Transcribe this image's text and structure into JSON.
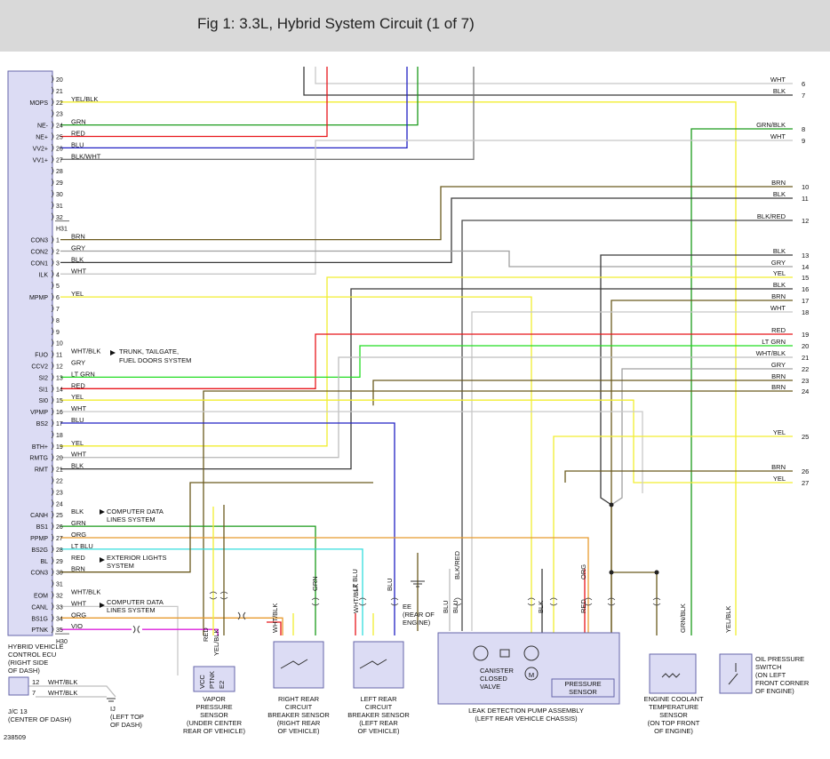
{
  "header": {
    "title": "Fig 1: 3.3L, Hybrid System Circuit (1 of 7)"
  },
  "colors": {
    "RED": "#e8161b",
    "BLU": "#2121c4",
    "GRN": "#1a9a1a",
    "LT GRN": "#22dd22",
    "LT BLU": "#33dddd",
    "YEL": "#f2ee30",
    "ORG": "#e89b2e",
    "BRN": "#6b5a1e",
    "BLK": "#3a3a3a",
    "WHT": "#c8c8c8",
    "GRY": "#a0a0a0",
    "VIO": "#dd22dd",
    "BLK/WHT": "#777777",
    "WHT/BLK": "#bdbdbd",
    "GRN/BLK": "#1a9a1a",
    "BLK/RED": "#4a4a4a",
    "YEL/BLK": "#f2ee30",
    "GRN/RED": "#1a9a1a"
  },
  "ecu_pins": [
    {
      "pin": "20",
      "signal": "",
      "wire": ""
    },
    {
      "pin": "21",
      "signal": "",
      "wire": ""
    },
    {
      "pin": "22",
      "signal": "MOPS",
      "wire": "YEL/BLK"
    },
    {
      "pin": "23",
      "signal": "",
      "wire": ""
    },
    {
      "pin": "24",
      "signal": "NE-",
      "wire": "GRN"
    },
    {
      "pin": "25",
      "signal": "NE+",
      "wire": "RED"
    },
    {
      "pin": "26",
      "signal": "VV2+",
      "wire": "BLU"
    },
    {
      "pin": "27",
      "signal": "VV1+",
      "wire": "BLK/WHT"
    },
    {
      "pin": "28",
      "signal": "",
      "wire": ""
    },
    {
      "pin": "29",
      "signal": "",
      "wire": ""
    },
    {
      "pin": "30",
      "signal": "",
      "wire": ""
    },
    {
      "pin": "31",
      "signal": "",
      "wire": ""
    },
    {
      "pin": "32",
      "signal": "",
      "wire": ""
    },
    {
      "pin": "H31",
      "signal": "",
      "wire": ""
    },
    {
      "pin": "1",
      "signal": "CON3",
      "wire": "BRN"
    },
    {
      "pin": "2",
      "signal": "CON2",
      "wire": "GRY"
    },
    {
      "pin": "3",
      "signal": "CON1",
      "wire": "BLK"
    },
    {
      "pin": "4",
      "signal": "ILK",
      "wire": "WHT"
    },
    {
      "pin": "5",
      "signal": "",
      "wire": ""
    },
    {
      "pin": "6",
      "signal": "MPMP",
      "wire": "YEL"
    },
    {
      "pin": "7",
      "signal": "",
      "wire": ""
    },
    {
      "pin": "8",
      "signal": "",
      "wire": ""
    },
    {
      "pin": "9",
      "signal": "",
      "wire": ""
    },
    {
      "pin": "10",
      "signal": "",
      "wire": ""
    },
    {
      "pin": "11",
      "signal": "FUO",
      "wire": "WHT/BLK"
    },
    {
      "pin": "12",
      "signal": "CCV2",
      "wire": "GRY"
    },
    {
      "pin": "13",
      "signal": "SI2",
      "wire": "LT GRN"
    },
    {
      "pin": "14",
      "signal": "SI1",
      "wire": "RED"
    },
    {
      "pin": "15",
      "signal": "SI0",
      "wire": "YEL"
    },
    {
      "pin": "16",
      "signal": "VPMP",
      "wire": "WHT"
    },
    {
      "pin": "17",
      "signal": "BS2",
      "wire": "BLU"
    },
    {
      "pin": "18",
      "signal": "",
      "wire": ""
    },
    {
      "pin": "19",
      "signal": "BTH+",
      "wire": "YEL"
    },
    {
      "pin": "20",
      "signal": "RMTG",
      "wire": "WHT"
    },
    {
      "pin": "21",
      "signal": "RMT",
      "wire": "BLK"
    },
    {
      "pin": "22",
      "signal": "",
      "wire": ""
    },
    {
      "pin": "23",
      "signal": "",
      "wire": ""
    },
    {
      "pin": "24",
      "signal": "",
      "wire": ""
    },
    {
      "pin": "25",
      "signal": "CANH",
      "wire": "BLK"
    },
    {
      "pin": "26",
      "signal": "BS1",
      "wire": "GRN"
    },
    {
      "pin": "27",
      "signal": "PPMP",
      "wire": "ORG"
    },
    {
      "pin": "28",
      "signal": "BS2G",
      "wire": "LT BLU"
    },
    {
      "pin": "29",
      "signal": "BL",
      "wire": "RED"
    },
    {
      "pin": "30",
      "signal": "CON3",
      "wire": "BRN"
    },
    {
      "pin": "31",
      "signal": "",
      "wire": ""
    },
    {
      "pin": "32",
      "signal": "EOM",
      "wire": "WHT/BLK"
    },
    {
      "pin": "33",
      "signal": "CANL",
      "wire": "WHT"
    },
    {
      "pin": "34",
      "signal": "BS1G",
      "wire": "ORG"
    },
    {
      "pin": "35",
      "signal": "PTNK",
      "wire": "VIO"
    },
    {
      "pin": "H30",
      "signal": "",
      "wire": ""
    }
  ],
  "right_terminals": [
    {
      "num": "6",
      "wire": "WHT"
    },
    {
      "num": "7",
      "wire": "BLK"
    },
    {
      "num": "8",
      "wire": "GRN/BLK"
    },
    {
      "num": "9",
      "wire": "WHT"
    },
    {
      "num": "10",
      "wire": "BRN"
    },
    {
      "num": "11",
      "wire": "BLK"
    },
    {
      "num": "12",
      "wire": "BLK/RED"
    },
    {
      "num": "13",
      "wire": "BLK"
    },
    {
      "num": "14",
      "wire": "GRY"
    },
    {
      "num": "15",
      "wire": "YEL"
    },
    {
      "num": "16",
      "wire": "BLK"
    },
    {
      "num": "17",
      "wire": "BRN"
    },
    {
      "num": "18",
      "wire": "WHT"
    },
    {
      "num": "19",
      "wire": "RED"
    },
    {
      "num": "20",
      "wire": "LT GRN"
    },
    {
      "num": "21",
      "wire": "WHT/BLK"
    },
    {
      "num": "22",
      "wire": "GRY"
    },
    {
      "num": "23",
      "wire": "BRN"
    },
    {
      "num": "24",
      "wire": "BRN"
    },
    {
      "num": "25",
      "wire": "YEL"
    },
    {
      "num": "26",
      "wire": "BRN"
    },
    {
      "num": "27",
      "wire": "YEL"
    }
  ],
  "notes": {
    "trunk": [
      "TRUNK, TAILGATE,",
      "FUEL DOORS SYSTEM"
    ],
    "cdl1": [
      "COMPUTER DATA",
      "LINES SYSTEM"
    ],
    "ext": [
      "EXTERIOR LIGHTS",
      "SYSTEM"
    ],
    "cdl2": [
      "COMPUTER DATA",
      "LINES SYSTEM"
    ]
  },
  "components": {
    "ecu": [
      "HYBRID VEHICLE",
      "CONTROL ECU",
      "(RIGHT SIDE",
      "OF DASH)"
    ],
    "jc": [
      "J/C 13",
      "(CENTER OF DASH)"
    ],
    "jc_pins": [
      {
        "pin": "12",
        "wire": "WHT/BLK"
      },
      {
        "pin": "7",
        "wire": "WHT/BLK"
      }
    ],
    "ij": [
      "IJ",
      "(LEFT TOP",
      "OF DASH)"
    ],
    "ee": [
      "EE",
      "(REAR OF",
      "ENGINE)"
    ],
    "vapor": [
      "VAPOR",
      "PRESSURE",
      "SENSOR",
      "(UNDER CENTER",
      "REAR OF VEHICLE)"
    ],
    "vapor_pins": [
      "VCC",
      "PTNK",
      "E2"
    ],
    "rr": [
      "RIGHT REAR",
      "CIRCUIT",
      "BREAKER SENSOR",
      "(RIGHT REAR",
      "OF VEHICLE)"
    ],
    "lr": [
      "LEFT REAR",
      "CIRCUIT",
      "BREAKER SENSOR",
      "(LEFT REAR",
      "OF VEHICLE)"
    ],
    "ldp": [
      "LEAK DETECTION PUMP ASSEMBLY",
      "(LEFT REAR VEHICLE CHASSIS)"
    ],
    "canister": [
      "CANISTER",
      "CLOSED",
      "VALVE"
    ],
    "pressure": [
      "PRESSURE",
      "SENSOR"
    ],
    "ect": [
      "ENGINE COOLANT",
      "TEMPERATURE",
      "SENSOR",
      "(ON TOP FRONT",
      "OF ENGINE)"
    ],
    "ops": [
      "OIL PRESSURE",
      "SWITCH",
      "(ON LEFT",
      "FRONT CORNER",
      "OF ENGINE)"
    ],
    "motor": "M"
  },
  "footer": {
    "code": "238509"
  }
}
